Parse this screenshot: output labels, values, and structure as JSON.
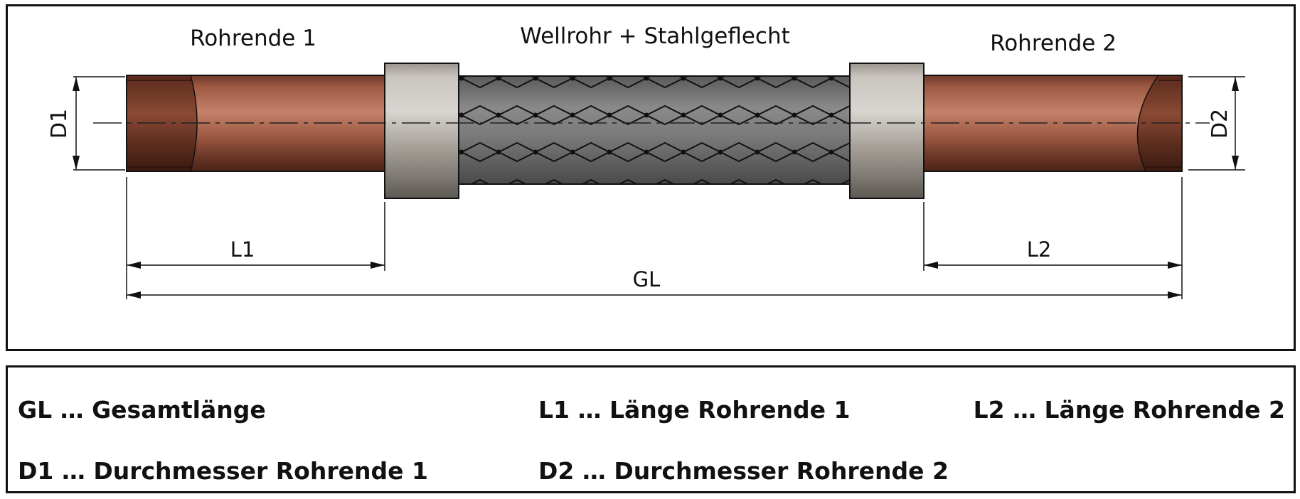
{
  "drawing": {
    "labels": {
      "pipe_end_1": "Rohrende 1",
      "corrugated": "Wellrohr + Stahlgeflecht",
      "pipe_end_2": "Rohrende 2"
    },
    "dimensions": {
      "d1": "D1",
      "d2": "D2",
      "l1": "L1",
      "l2": "L2",
      "gl": "GL"
    },
    "colors": {
      "copper": "#b06a4f",
      "copper_dark": "#4e2519",
      "sleeve": "#b9b4ae",
      "braid": "#7a7a7a",
      "line": "#111111"
    }
  },
  "legend": {
    "gl": "GL … Gesamtlänge",
    "l1": "L1 … Länge Rohrende 1",
    "l2": "L2 … Länge Rohrende 2",
    "d1": "D1 … Durchmesser Rohrende 1",
    "d2": "D2 … Durchmesser Rohrende 2"
  }
}
